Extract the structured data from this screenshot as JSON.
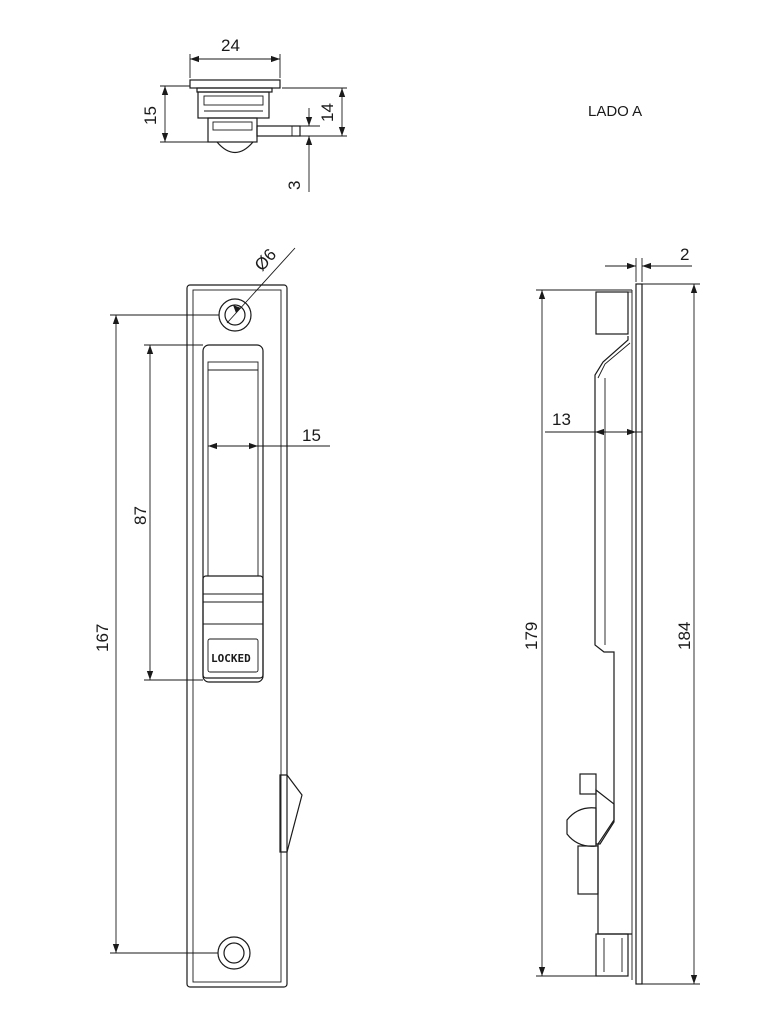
{
  "title": "LADO A",
  "top_view": {
    "width": "24",
    "height": "15",
    "depth": "14",
    "offset": "3"
  },
  "front_view": {
    "hole_diameter": "Ø6",
    "handle_width": "15",
    "handle_length": "87",
    "hole_spacing": "167",
    "label": "LOCKED"
  },
  "side_view": {
    "flange": "2",
    "depth": "13",
    "body_length": "179",
    "total_length": "184"
  }
}
